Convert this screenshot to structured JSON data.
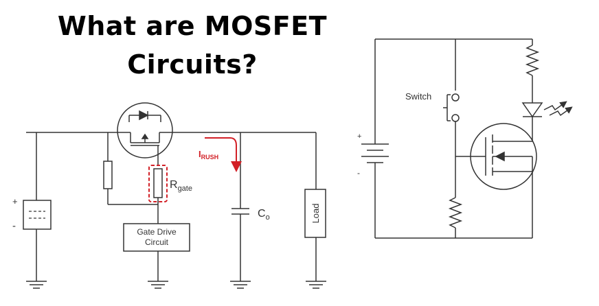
{
  "title": {
    "line1": "What are MOSFET",
    "line2": "Circuits?"
  },
  "left_circuit": {
    "battery_plus": "+",
    "battery_minus": "-",
    "rgate_main": "R",
    "rgate_sub": "gate",
    "irush_main": "I",
    "irush_sub": "RUSH",
    "cap_main": "C",
    "cap_sub": "o",
    "load_label": "Load",
    "gate_drive_line1": "Gate Drive",
    "gate_drive_line2": "Circuit"
  },
  "right_circuit": {
    "battery_plus": "+",
    "battery_minus": "-",
    "switch_label": "Switch"
  },
  "colors": {
    "wire": "#333333",
    "highlight": "#d21f26"
  }
}
